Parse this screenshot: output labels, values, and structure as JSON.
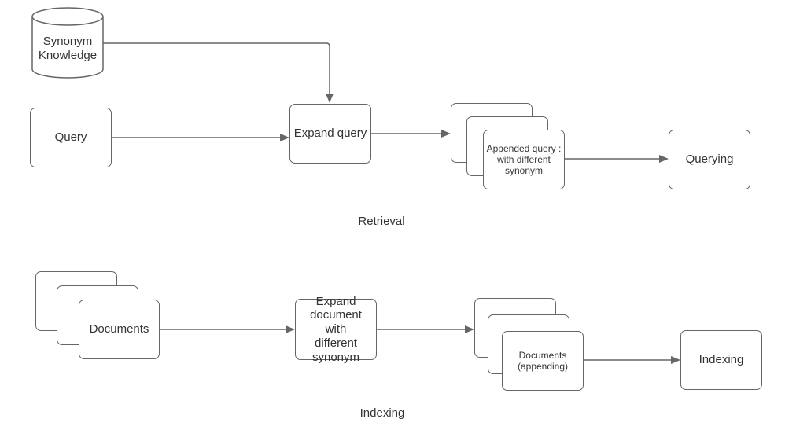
{
  "colors": {
    "background": "#ffffff",
    "stroke": "#666666",
    "text": "#333333",
    "node_fill": "#ffffff"
  },
  "retrieval_flow": {
    "section_label": "Retrieval",
    "synonym_knowledge_label": "Synonym\nKnowledge",
    "query_label": "Query",
    "expand_query_label": "Expand query",
    "appended_query_label": "Appended query :\nwith different\nsynonym",
    "querying_label": "Querying"
  },
  "indexing_flow": {
    "section_label": "Indexing",
    "documents_label": "Documents",
    "expand_document_label": "Expand\ndocument with\ndifferent\nsynonym",
    "documents_appending_label": "Documents\n(appending)",
    "indexing_label": "Indexing"
  }
}
